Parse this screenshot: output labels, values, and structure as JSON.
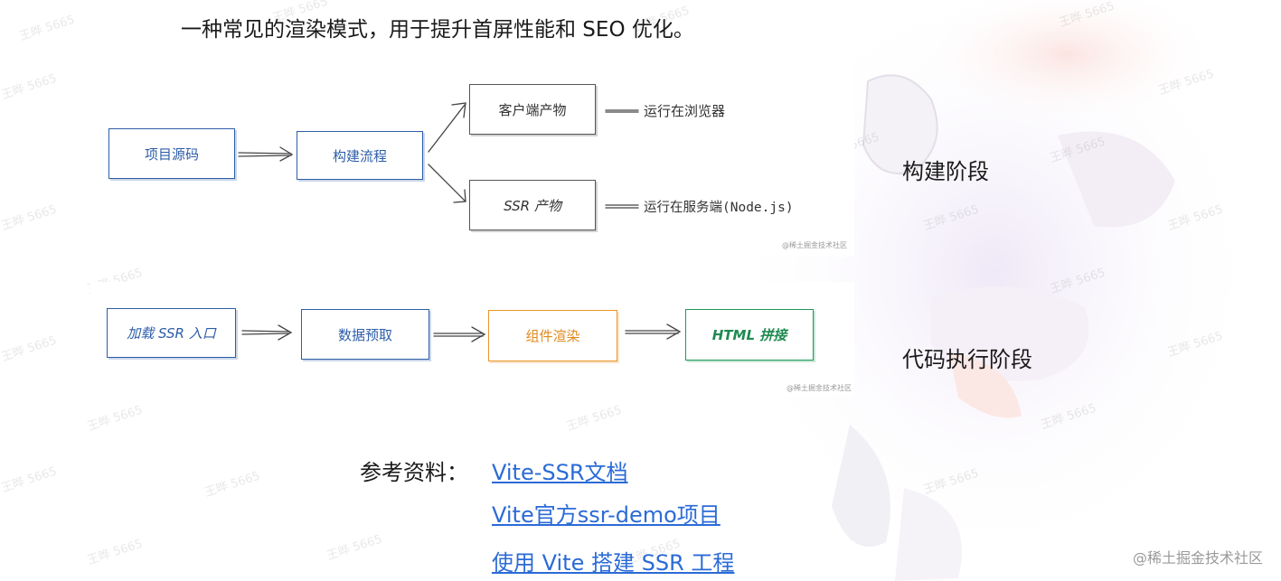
{
  "intro": "一种常见的渲染模式，用于提升首屏性能和 SEO 优化。",
  "build_diagram": {
    "nodes": {
      "source": "项目源码",
      "build": "构建流程",
      "client": "客户端产物",
      "ssr": "SSR 产物"
    },
    "notes": {
      "client": "运行在浏览器",
      "ssr": "运行在服务端(Node.js)"
    },
    "credit": "@稀土掘金技术社区"
  },
  "exec_diagram": {
    "nodes": {
      "load": "加载 SSR 入口",
      "prefetch": "数据预取",
      "render": "组件渲染",
      "html": "HTML 拼接"
    },
    "credit": "@稀土掘金技术社区"
  },
  "stage_labels": {
    "build": "构建阶段",
    "exec": "代码执行阶段"
  },
  "references": {
    "title": "参考资料：",
    "links": [
      "Vite-SSR文档",
      "Vite官方ssr-demo项目",
      "使用 Vite 搭建 SSR 工程"
    ]
  },
  "watermark": "王晔 5665",
  "corner_mark": "@稀土掘金技术社区",
  "colors": {
    "blue": "#2d5da8",
    "orange": "#e8952a",
    "green": "#1e9a5a",
    "link": "#2b6bd6"
  }
}
